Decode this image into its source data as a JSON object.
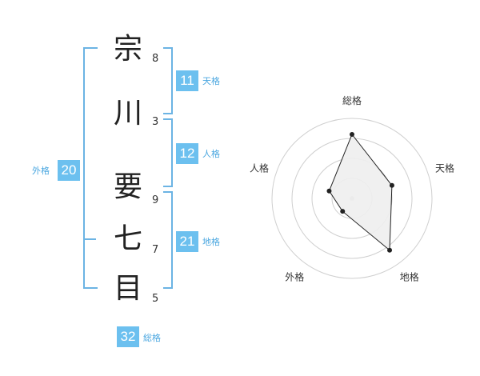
{
  "name_chars": [
    {
      "char": "宗",
      "strokes": "8"
    },
    {
      "char": "川",
      "strokes": "3"
    },
    {
      "char": "要",
      "strokes": "9"
    },
    {
      "char": "七",
      "strokes": "7"
    },
    {
      "char": "目",
      "strokes": "5"
    }
  ],
  "kakusu": {
    "tenkaku": {
      "label": "天格",
      "value": "11"
    },
    "jinkaku": {
      "label": "人格",
      "value": "12"
    },
    "chikaku": {
      "label": "地格",
      "value": "21"
    },
    "gaikaku": {
      "label": "外格",
      "value": "20"
    },
    "soukaku": {
      "label": "総格",
      "value": "32"
    }
  },
  "chart_data": {
    "type": "radar",
    "axes": [
      "総格",
      "天格",
      "地格",
      "外格",
      "人格"
    ],
    "values": [
      32,
      21,
      32,
      8,
      12
    ],
    "range": [
      0,
      40
    ],
    "rings": 4,
    "colors": {
      "fill": "#eeeeee",
      "line": "#222222",
      "grid": "#cfcfcf",
      "bracket": "#6cb4e4",
      "badge": "#6cc0ef"
    }
  }
}
